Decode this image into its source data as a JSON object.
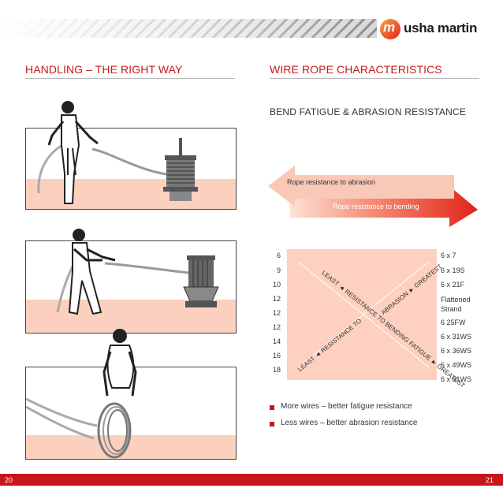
{
  "header": {
    "brand_name": "usha martin"
  },
  "left_section": {
    "title": "HANDLING – THE RIGHT WAY"
  },
  "right_section": {
    "title": "WIRE ROPE CHARACTERISTICS",
    "subtitle": "BEND FATIGUE & ABRASION RESISTANCE",
    "arrow_labels": {
      "abrasion": "Rope resistance to abrasion",
      "bending": "Rope resistance to bending"
    },
    "wire_counts": [
      "6",
      "9",
      "10",
      "12",
      "12",
      "12",
      "14",
      "16",
      "18"
    ],
    "constructions": [
      "6 x 7",
      "6 x 19S",
      "6 x 21F",
      "Flattened Strand",
      "6 25FW",
      "6 x 31WS",
      "6 x 36WS",
      "6 x 49WS",
      "6 x 61WS"
    ],
    "diagonal_labels": {
      "least_bending": "LEAST ◄ RESISTANCE TO BENDING FATIGUE ► GREATEST",
      "least_abrasion": "LEAST ◄ RESISTANCE TO",
      "greatest_abrasion": "ABRASION ► GREATEST"
    },
    "bullets": [
      "More wires – better fatigue resistance",
      "Less wires – better abrasion resistance"
    ]
  },
  "footer": {
    "left_page": "20",
    "right_page": "21"
  },
  "colors": {
    "accent_red": "#c8171b",
    "peach": "#fcd0bf",
    "arrow_red": "#e2231a"
  }
}
